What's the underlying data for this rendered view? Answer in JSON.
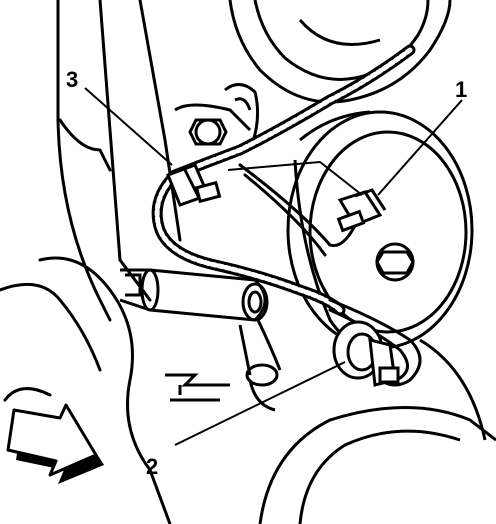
{
  "colors": {
    "ink": "#000000",
    "paper": "#ffffff",
    "arrow_shadow": "#000000"
  },
  "callouts": [
    {
      "label": "1"
    },
    {
      "label": "2"
    },
    {
      "label": "3"
    }
  ]
}
